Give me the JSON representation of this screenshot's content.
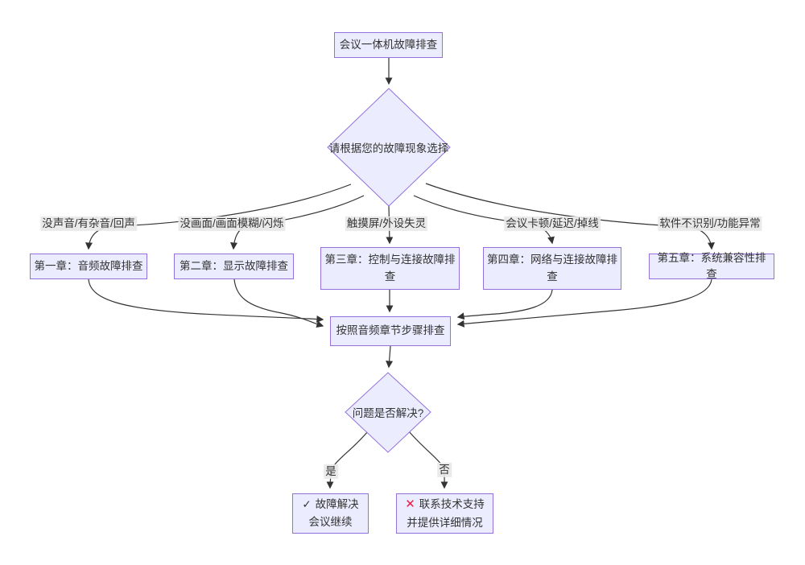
{
  "diagram": {
    "start_node": "会议一体机故障排查",
    "decision1": "请根据您的故障现象选择",
    "branches": [
      {
        "label": "没声音/有杂音/回声",
        "chapter": "第一章：音频故障排查"
      },
      {
        "label": "没画面/画面模糊/闪烁",
        "chapter": "第二章：显示故障排查"
      },
      {
        "label": "触摸屏/外设失灵",
        "chapter": "第三章：控制与连接故障排查"
      },
      {
        "label": "会议卡顿/延迟/掉线",
        "chapter": "第四章：网络与连接故障排查"
      },
      {
        "label": "软件不识别/功能异常",
        "chapter": "第五章：系统兼容性排查"
      }
    ],
    "converge_node": "按照音频章节步骤排查",
    "decision2": "问题是否解决?",
    "yes_edge_label": "是",
    "no_edge_label": "否",
    "yes_node": {
      "icon": "✓",
      "line1": "故障解决",
      "line2": "会议继续"
    },
    "no_node": {
      "icon": "✕",
      "line1": "联系技术支持",
      "line2": "并提供详细情况"
    },
    "colors": {
      "node_fill": "#ECECFF",
      "node_border": "#9370DB",
      "edge": "#333333",
      "text": "#333333",
      "label_bg": "#E8E8E8",
      "error": "#E0224A"
    }
  }
}
